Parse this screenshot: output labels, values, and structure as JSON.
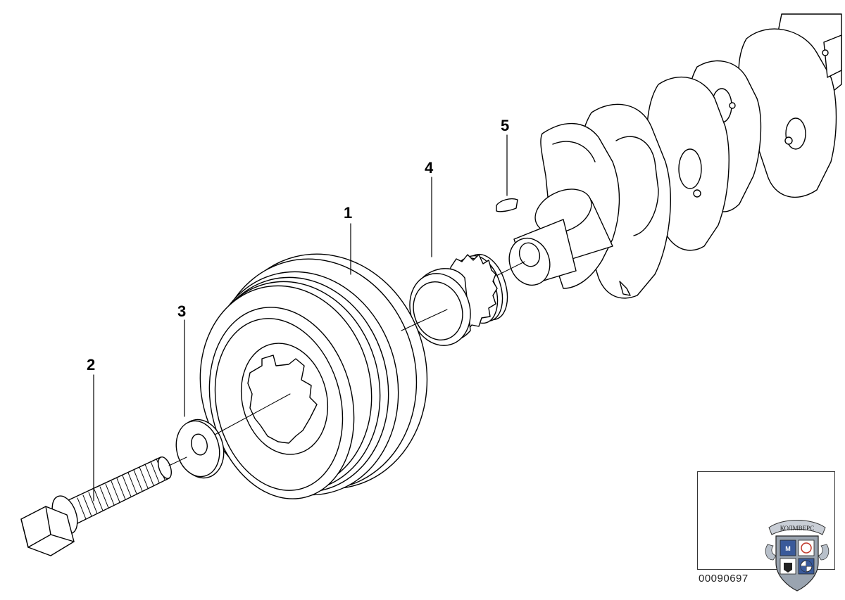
{
  "callouts": [
    {
      "id": "1",
      "label": "1"
    },
    {
      "id": "2",
      "label": "2"
    },
    {
      "id": "3",
      "label": "3"
    },
    {
      "id": "4",
      "label": "4"
    },
    {
      "id": "5",
      "label": "5"
    }
  ],
  "diagram_number": "00090697",
  "watermark": {
    "text": "КОЛМВЕРС",
    "type": "logo-badge"
  },
  "parts_names": [
    "vibration-damper",
    "hex-bolt",
    "washer",
    "sprocket",
    "woodruff-key",
    "crankshaft"
  ],
  "colors": {
    "line": "#000000",
    "background": "#ffffff",
    "badge_blue": "#3a5a9a",
    "badge_gray": "#9aa4b0"
  }
}
